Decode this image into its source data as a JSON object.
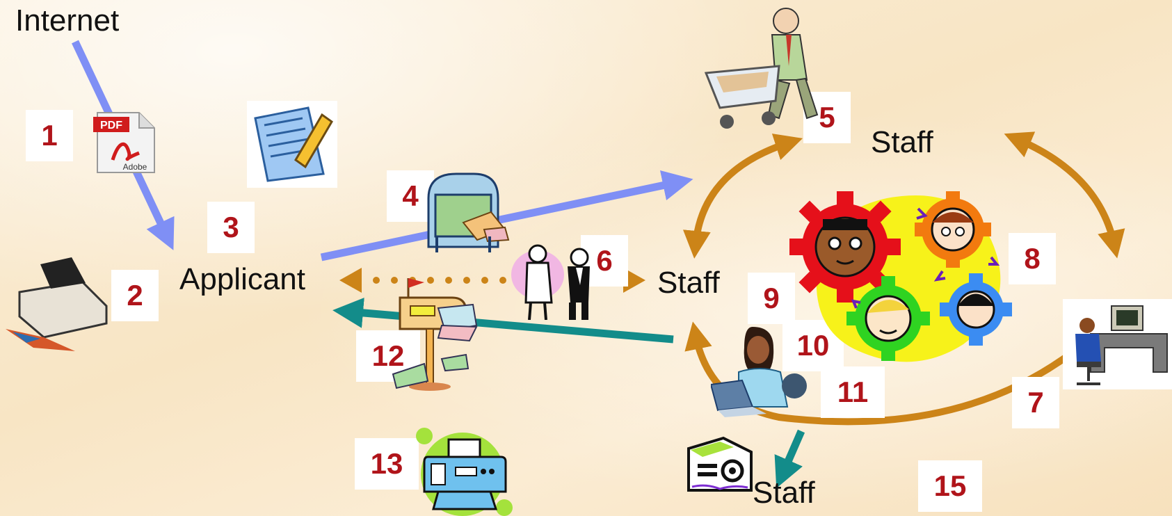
{
  "labels": {
    "internet": "Internet",
    "applicant": "Applicant",
    "staff_top": "Staff",
    "staff_middle": "Staff",
    "staff_bottom": "Staff"
  },
  "steps": [
    "1",
    "2",
    "3",
    "4",
    "5",
    "6",
    "7",
    "8",
    "9",
    "10",
    "11",
    "12",
    "13",
    "15"
  ],
  "icons": {
    "pdf_badge": "PDF",
    "pdf_brand": "Adobe"
  },
  "colors": {
    "blue_arrow": "#7f8ff5",
    "orange_arrow": "#cc8418",
    "teal_arrow": "#138c8a",
    "step_number": "#b0141a"
  }
}
